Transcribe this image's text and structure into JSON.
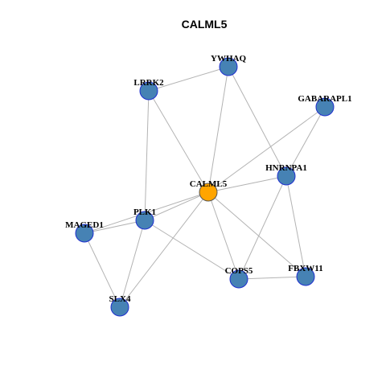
{
  "title": "CALML5",
  "colors": {
    "center_fill": "#FFA500",
    "center_stroke": "#555555",
    "node_fill": "#4682B4",
    "node_stroke": "#1F2FCF",
    "edge": "#B3B3B3",
    "background": "#FFFFFF"
  },
  "nodes": [
    {
      "id": "CALML5",
      "label": "CALML5",
      "center": true
    },
    {
      "id": "YWHAQ",
      "label": "YWHAQ"
    },
    {
      "id": "LRRK2",
      "label": "LRRK2"
    },
    {
      "id": "GABARAPL1",
      "label": "GABARAPL1"
    },
    {
      "id": "HNRNPA1",
      "label": "HNRNPA1"
    },
    {
      "id": "PLK1",
      "label": "PLK1"
    },
    {
      "id": "MAGED1",
      "label": "MAGED1"
    },
    {
      "id": "COPS5",
      "label": "COPS5"
    },
    {
      "id": "FBXW11",
      "label": "FBXW11"
    },
    {
      "id": "SLX4",
      "label": "SLX4"
    }
  ],
  "edges": [
    [
      "LRRK2",
      "YWHAQ"
    ],
    [
      "LRRK2",
      "CALML5"
    ],
    [
      "LRRK2",
      "PLK1"
    ],
    [
      "YWHAQ",
      "CALML5"
    ],
    [
      "YWHAQ",
      "HNRNPA1"
    ],
    [
      "GABARAPL1",
      "CALML5"
    ],
    [
      "GABARAPL1",
      "HNRNPA1"
    ],
    [
      "HNRNPA1",
      "CALML5"
    ],
    [
      "HNRNPA1",
      "COPS5"
    ],
    [
      "HNRNPA1",
      "FBXW11"
    ],
    [
      "CALML5",
      "PLK1"
    ],
    [
      "CALML5",
      "MAGED1"
    ],
    [
      "CALML5",
      "COPS5"
    ],
    [
      "CALML5",
      "FBXW11"
    ],
    [
      "CALML5",
      "SLX4"
    ],
    [
      "PLK1",
      "MAGED1"
    ],
    [
      "PLK1",
      "COPS5"
    ],
    [
      "PLK1",
      "SLX4"
    ],
    [
      "MAGED1",
      "SLX4"
    ],
    [
      "COPS5",
      "FBXW11"
    ]
  ]
}
